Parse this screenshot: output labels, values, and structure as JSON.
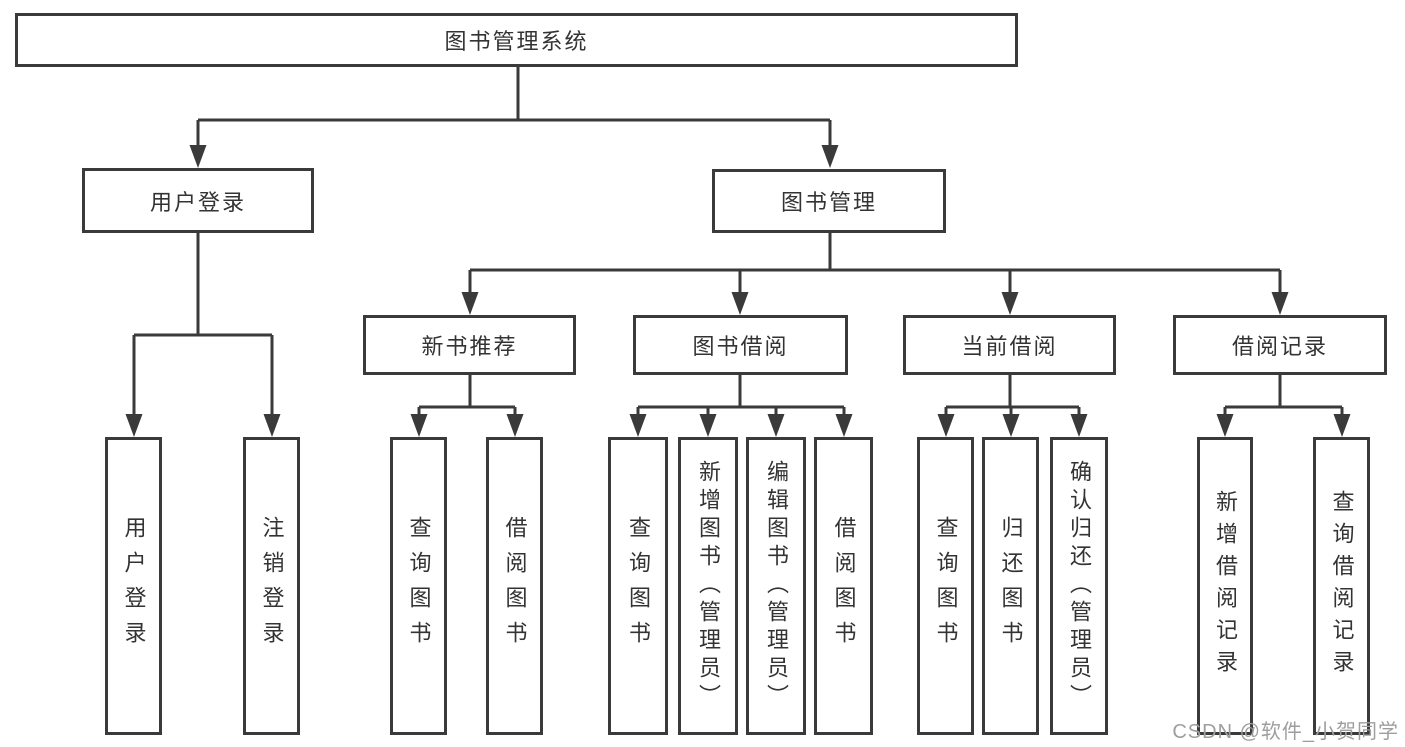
{
  "diagram": {
    "root": "图书管理系统",
    "user_branch": {
      "label": "用户登录",
      "children": [
        "用户登录",
        "注销登录"
      ]
    },
    "book_branch": {
      "label": "图书管理",
      "groups": [
        {
          "label": "新书推荐",
          "children": [
            "查询图书",
            "借阅图书"
          ]
        },
        {
          "label": "图书借阅",
          "children": [
            "查询图书",
            "新增图书（管理员）",
            "编辑图书（管理员）",
            "借阅图书"
          ]
        },
        {
          "label": "当前借阅",
          "children": [
            "查询图书",
            "归还图书",
            "确认归还（管理员）"
          ]
        },
        {
          "label": "借阅记录",
          "children": [
            "新增借阅记录",
            "查询借阅记录"
          ]
        }
      ]
    }
  },
  "watermark": "CSDN @软件_小贺同学",
  "colors": {
    "line": "#3a3a3a",
    "text": "#333333",
    "watermark": "#9e9e9e",
    "background": "#ffffff"
  }
}
